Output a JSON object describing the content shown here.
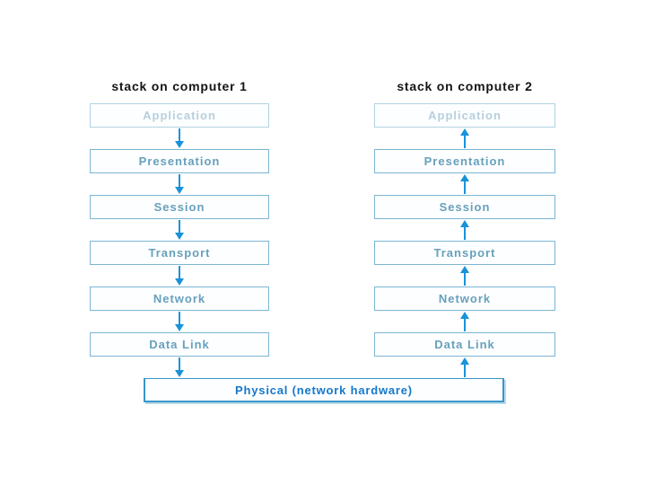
{
  "colors": {
    "background": "#ffffff",
    "title_text": "#141414",
    "box_border": "#7cb6d3",
    "box_text": "#67a0bc",
    "muted_box_border": "#b2d2e2",
    "muted_box_text": "#b7cfdc",
    "arrow": "#1892da",
    "physical_border": "#3a96c8",
    "physical_text": "#1478cc"
  },
  "stacks": [
    {
      "title": "stack on computer 1",
      "arrow_direction": "down",
      "layers": [
        {
          "label": "Application"
        },
        {
          "label": "Presentation"
        },
        {
          "label": "Session"
        },
        {
          "label": "Transport"
        },
        {
          "label": "Network"
        },
        {
          "label": "Data Link"
        }
      ]
    },
    {
      "title": "stack on computer 2",
      "arrow_direction": "up",
      "layers": [
        {
          "label": "Application"
        },
        {
          "label": "Presentation"
        },
        {
          "label": "Session"
        },
        {
          "label": "Transport"
        },
        {
          "label": "Network"
        },
        {
          "label": "Data Link"
        }
      ]
    }
  ],
  "shared_layer": {
    "label": "Physical (network hardware)"
  }
}
